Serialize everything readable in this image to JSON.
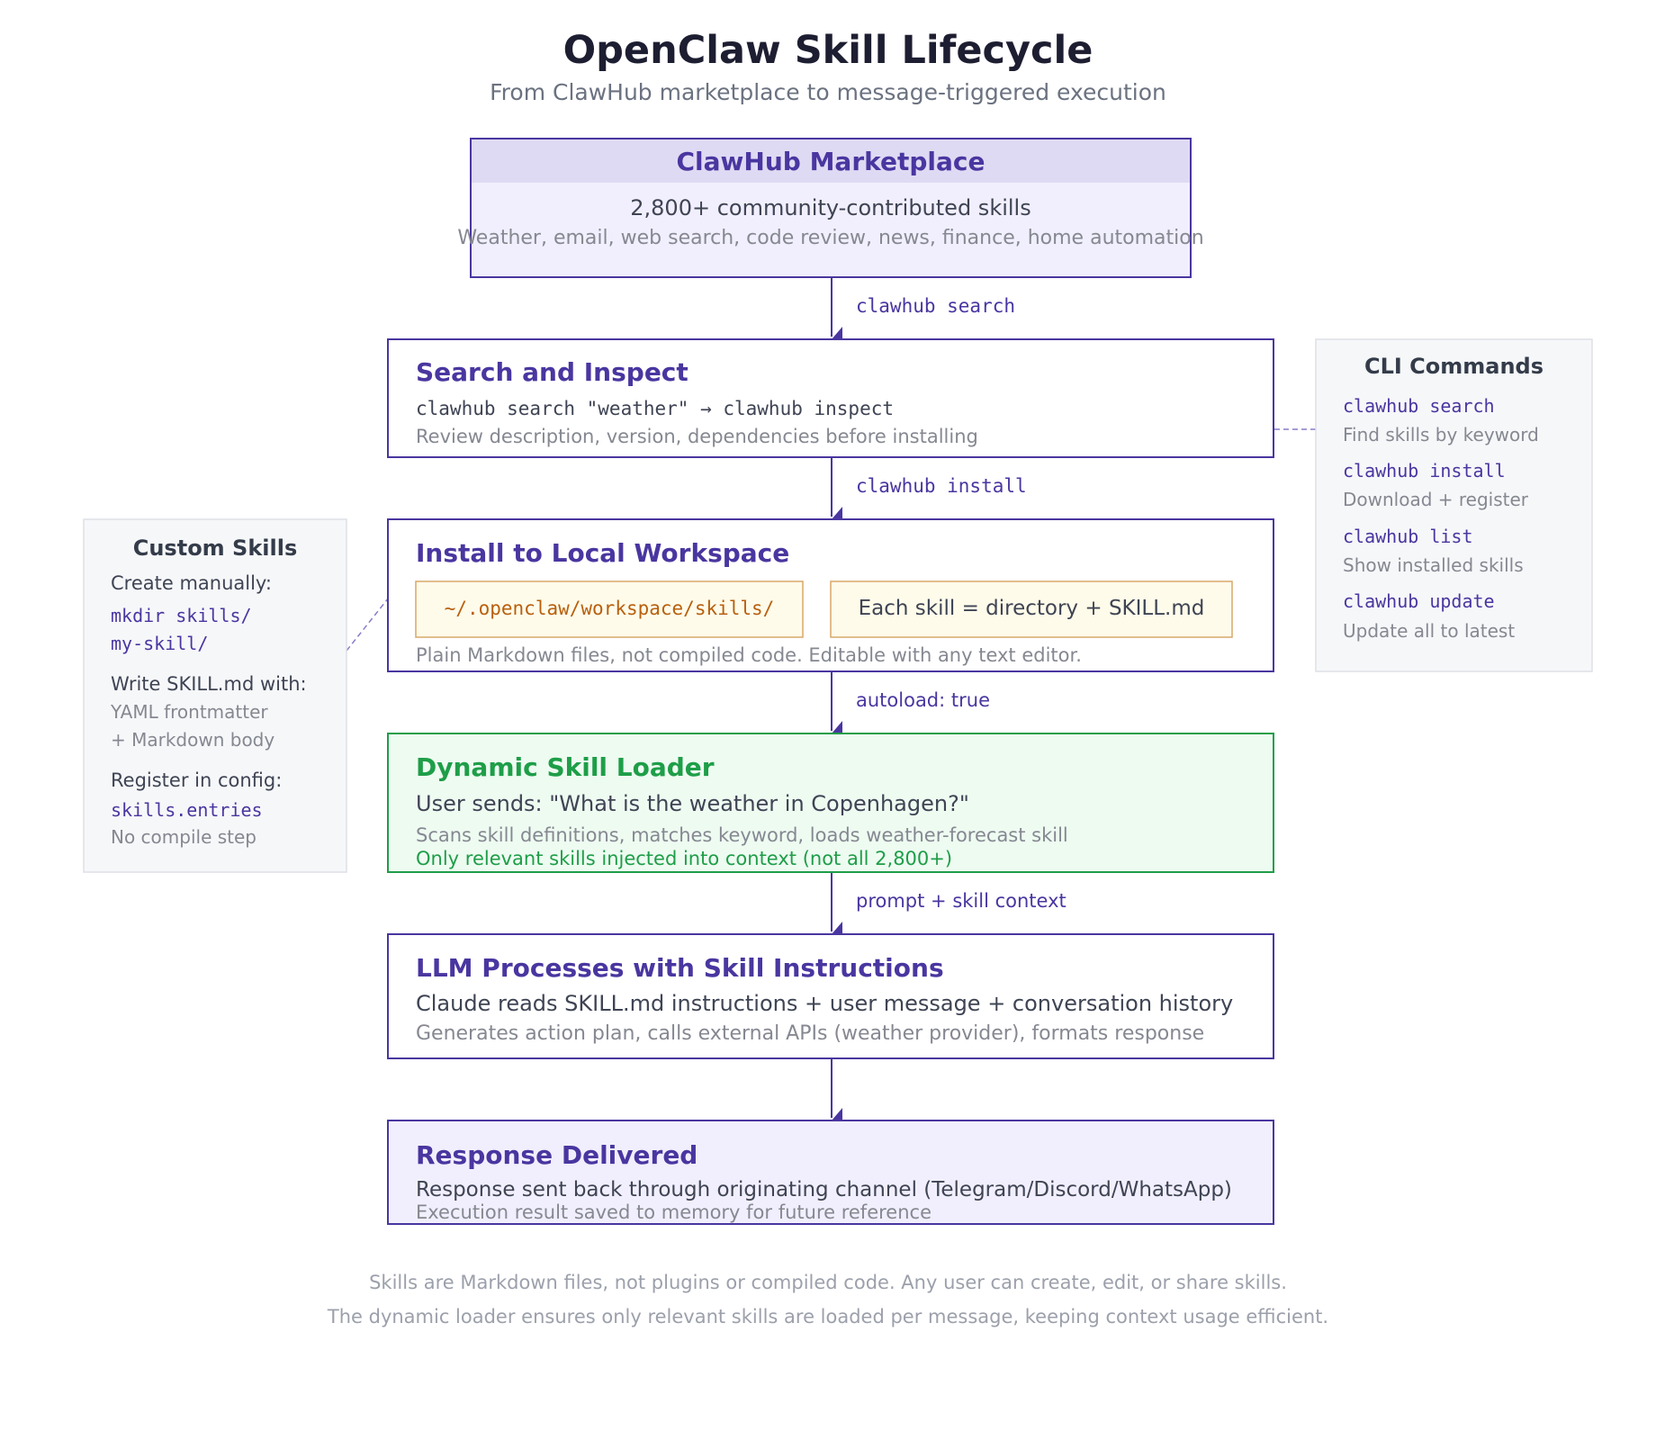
{
  "title": "OpenClaw Skill Lifecycle",
  "subtitle": "From ClawHub marketplace to message-triggered execution",
  "marketplace": {
    "heading": "ClawHub Marketplace",
    "line1": "2,800+ community-contributed skills",
    "line2": "Weather, email, web search, code review, news, finance, home automation"
  },
  "arrows": {
    "search": "clawhub search",
    "install": "clawhub install",
    "autoload": "autoload: true",
    "prompt": "prompt + skill context"
  },
  "search_inspect": {
    "heading": "Search and Inspect",
    "command": "clawhub search \"weather\" → clawhub inspect",
    "note": "Review description, version, dependencies before installing"
  },
  "install": {
    "heading": "Install to Local Workspace",
    "path": "~/.openclaw/workspace/skills/",
    "rule": "Each skill = directory + SKILL.md",
    "note": "Plain Markdown files, not compiled code. Editable with any text editor."
  },
  "loader": {
    "heading": "Dynamic Skill Loader",
    "user_message": "User sends: \"What is the weather in Copenhagen?\"",
    "note": "Scans skill definitions, matches keyword, loads weather-forecast skill",
    "highlight": "Only relevant skills injected into context (not all 2,800+)"
  },
  "llm": {
    "heading": "LLM Processes with Skill Instructions",
    "line1": "Claude reads SKILL.md instructions + user message + conversation history",
    "line2": "Generates action plan, calls external APIs (weather provider), formats response"
  },
  "response": {
    "heading": "Response Delivered",
    "line1": "Response sent back through originating channel (Telegram/Discord/WhatsApp)",
    "line2": "Execution result saved to memory for future reference"
  },
  "cli_panel": {
    "heading": "CLI Commands",
    "items": [
      {
        "command": "clawhub search",
        "description": "Find skills by keyword"
      },
      {
        "command": "clawhub install",
        "description": "Download + register"
      },
      {
        "command": "clawhub list",
        "description": "Show installed skills"
      },
      {
        "command": "clawhub update",
        "description": "Update all to latest"
      }
    ]
  },
  "custom_panel": {
    "heading": "Custom Skills",
    "create_label": "Create manually:",
    "create_code_1": "mkdir skills/",
    "create_code_2": "my-skill/",
    "write_label": "Write SKILL.md with:",
    "write_note_1": "YAML frontmatter",
    "write_note_2": "+ Markdown body",
    "register_label": "Register in config:",
    "register_code": "skills.entries",
    "register_note": "No compile step"
  },
  "footer": {
    "line1": "Skills are Markdown files, not plugins or compiled code. Any user can create, edit, or share skills.",
    "line2": "The dynamic loader ensures only relevant skills are loaded per message, keeping context usage efficient."
  },
  "colors": {
    "accent": "#4a36a0",
    "loader_green": "#1e9e48",
    "path_orange": "#b8600e",
    "panel_fill": "#f6f7f9"
  }
}
